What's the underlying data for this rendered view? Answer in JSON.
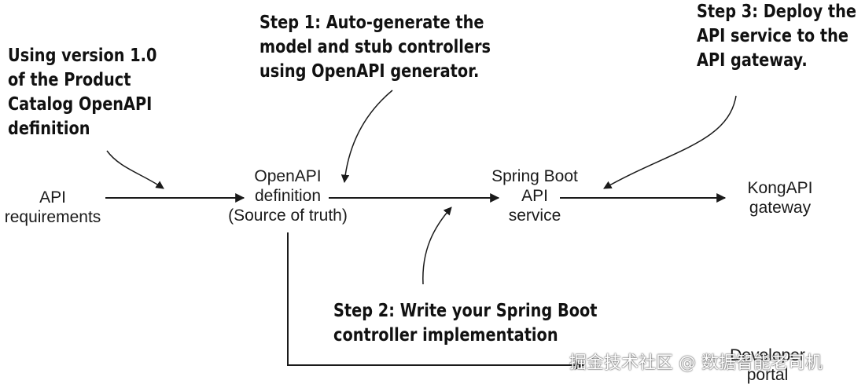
{
  "nodes": {
    "api_requirements": [
      "API",
      "requirements"
    ],
    "openapi_definition": [
      "OpenAPI",
      "definition",
      "(Source of truth)"
    ],
    "spring_boot_service": [
      "Spring Boot",
      "API",
      "service"
    ],
    "kong_gateway": [
      "KongAPI",
      "gateway"
    ],
    "developer_portal": [
      "Developer",
      "portal"
    ]
  },
  "annotations": {
    "version_note": [
      "Using version 1.0",
      "of the Product",
      "Catalog OpenAPI",
      "definition"
    ],
    "step1": [
      "Step 1: Auto-generate the",
      "model and stub controllers",
      "using OpenAPI generator."
    ],
    "step2": [
      "Step 2: Write your Spring Boot",
      "controller implementation"
    ],
    "step3": [
      "Step 3: Deploy the",
      "API service to the",
      "API gateway."
    ]
  },
  "watermark": "掘金技术社区 @ 数据智能老司机",
  "colors": {
    "line": "#1a1a1a",
    "text": "#111111",
    "background": "#ffffff"
  }
}
